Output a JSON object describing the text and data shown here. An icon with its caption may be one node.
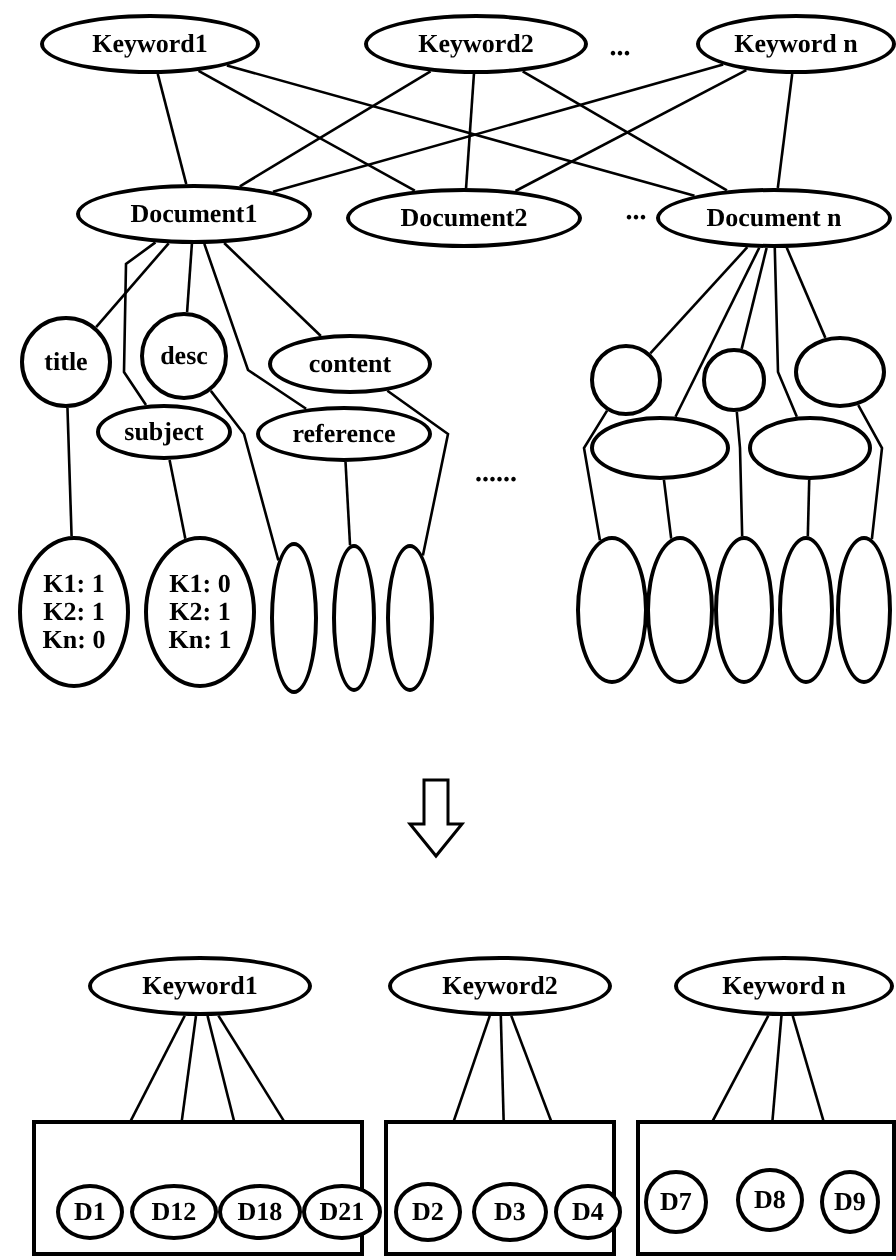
{
  "diagram": {
    "nodes": [
      {
        "text": [
          "Keyword1"
        ]
      },
      {
        "text": [
          "Keyword2"
        ]
      },
      {
        "text": [
          "Keyword n"
        ]
      },
      {
        "text": [
          "Document1"
        ]
      },
      {
        "text": [
          "Document2"
        ]
      },
      {
        "text": [
          "Document n"
        ]
      },
      {
        "text": [
          "title"
        ]
      },
      {
        "text": [
          "desc"
        ]
      },
      {
        "text": [
          "content"
        ]
      },
      {
        "text": [
          "subject"
        ]
      },
      {
        "text": [
          "reference"
        ]
      },
      {
        "text": [
          "K1: 1",
          "K2: 1",
          "Kn: 0"
        ]
      },
      {
        "text": [
          "K1: 0",
          "K2: 1",
          "Kn: 1"
        ]
      },
      {
        "text": [],
        "shape": "ellipse"
      },
      {
        "text": [],
        "shape": "ellipse"
      },
      {
        "text": [],
        "shape": "ellipse"
      },
      {
        "text": [],
        "shape": "circle"
      },
      {
        "text": [],
        "shape": "circle"
      },
      {
        "text": [],
        "shape": "ellipse"
      },
      {
        "text": [],
        "shape": "ellipse"
      },
      {
        "text": [],
        "shape": "ellipse"
      },
      {
        "text": [],
        "shape": "ellipse"
      },
      {
        "text": [],
        "shape": "ellipse"
      },
      {
        "text": [],
        "shape": "ellipse"
      },
      {
        "text": [],
        "shape": "ellipse"
      },
      {
        "text": [],
        "shape": "ellipse"
      },
      {
        "text": [
          "Keyword1"
        ]
      },
      {
        "text": [
          "Keyword2"
        ]
      },
      {
        "text": [
          "Keyword n"
        ]
      },
      {
        "text": [],
        "shape": "box"
      },
      {
        "text": [
          "D1"
        ],
        "in": 29
      },
      {
        "text": [
          "D12"
        ],
        "in": 29
      },
      {
        "text": [
          "D18"
        ],
        "in": 29
      },
      {
        "text": [
          "D21"
        ],
        "in": 29
      },
      {
        "text": [],
        "shape": "box"
      },
      {
        "text": [
          "D2"
        ],
        "in": 34
      },
      {
        "text": [
          "D3"
        ],
        "in": 34
      },
      {
        "text": [
          "D4"
        ],
        "in": 34
      },
      {
        "text": [],
        "shape": "box"
      },
      {
        "text": [
          "D7"
        ],
        "in": 38
      },
      {
        "text": [
          "D8"
        ],
        "in": 38
      },
      {
        "text": [
          "D9"
        ],
        "in": 38
      }
    ],
    "edges": [
      {
        "from": 0,
        "to": 3,
        "arrow": "none"
      },
      {
        "from": 0,
        "to": 4,
        "arrow": "none"
      },
      {
        "from": 0,
        "to": 5,
        "arrow": "none"
      },
      {
        "from": 1,
        "to": 3,
        "arrow": "none"
      },
      {
        "from": 1,
        "to": 4,
        "arrow": "none"
      },
      {
        "from": 1,
        "to": 5,
        "arrow": "none"
      },
      {
        "from": 2,
        "to": 3,
        "arrow": "none"
      },
      {
        "from": 2,
        "to": 4,
        "arrow": "none"
      },
      {
        "from": 2,
        "to": 5,
        "arrow": "none"
      },
      {
        "from": 3,
        "to": 6,
        "arrow": "none"
      },
      {
        "from": 3,
        "to": 9,
        "arrow": "none"
      },
      {
        "from": 3,
        "to": 7,
        "arrow": "none"
      },
      {
        "from": 3,
        "to": 10,
        "arrow": "none"
      },
      {
        "from": 3,
        "to": 8,
        "arrow": "none"
      },
      {
        "from": 6,
        "to": 11,
        "arrow": "none"
      },
      {
        "from": 9,
        "to": 12,
        "arrow": "none"
      },
      {
        "from": 7,
        "to": 13,
        "arrow": "none"
      },
      {
        "from": 10,
        "to": 14,
        "arrow": "none"
      },
      {
        "from": 8,
        "to": 15,
        "arrow": "none"
      },
      {
        "from": 5,
        "to": 16,
        "arrow": "none"
      },
      {
        "from": 5,
        "to": 19,
        "arrow": "none"
      },
      {
        "from": 5,
        "to": 17,
        "arrow": "none"
      },
      {
        "from": 5,
        "to": 20,
        "arrow": "none"
      },
      {
        "from": 5,
        "to": 18,
        "arrow": "none"
      },
      {
        "from": 16,
        "to": 21,
        "arrow": "none"
      },
      {
        "from": 19,
        "to": 22,
        "arrow": "none"
      },
      {
        "from": 17,
        "to": 23,
        "arrow": "none"
      },
      {
        "from": 20,
        "to": 24,
        "arrow": "none"
      },
      {
        "from": 18,
        "to": 25,
        "arrow": "none"
      },
      {
        "from": 26,
        "to": 30,
        "arrow": "none"
      },
      {
        "from": 26,
        "to": 31,
        "arrow": "none"
      },
      {
        "from": 26,
        "to": 32,
        "arrow": "none"
      },
      {
        "from": 26,
        "to": 33,
        "arrow": "none"
      },
      {
        "from": 27,
        "to": 35,
        "arrow": "none"
      },
      {
        "from": 27,
        "to": 36,
        "arrow": "none"
      },
      {
        "from": 27,
        "to": 37,
        "arrow": "none"
      },
      {
        "from": 28,
        "to": 39,
        "arrow": "none"
      },
      {
        "from": 28,
        "to": 40,
        "arrow": "none"
      },
      {
        "from": 28,
        "to": 41,
        "arrow": "none"
      }
    ],
    "labels": [
      "...",
      "...",
      "......"
    ]
  }
}
